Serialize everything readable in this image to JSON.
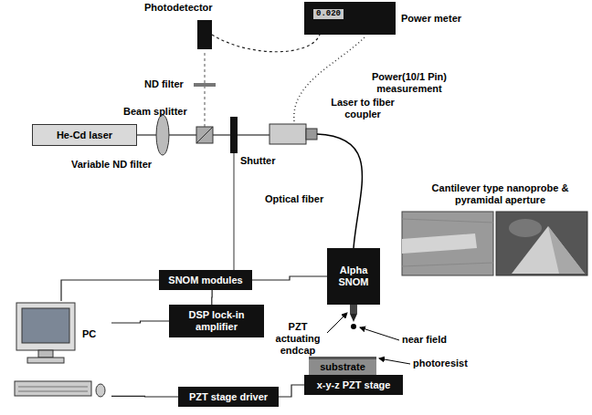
{
  "diagram": {
    "nodes": [
      {
        "text": [
          "Power meter"
        ]
      },
      {
        "text": [
          "Photodetector"
        ]
      },
      {
        "text": [
          "He-Cd laser"
        ]
      },
      {
        "text": [
          "Alpha SNOM"
        ]
      },
      {
        "text": [
          "SNOM modules"
        ]
      },
      {
        "text": [
          "DSP lock-in amplifier"
        ]
      },
      {
        "text": [
          "substrate"
        ]
      },
      {
        "text": [
          "x-y-z PZT stage"
        ]
      },
      {
        "text": [
          "PZT stage driver"
        ]
      },
      {
        "text": [
          "PC"
        ]
      }
    ],
    "edges": [
      {
        "from": 1,
        "to": 0,
        "arrow": "none"
      },
      {
        "from": 4,
        "to": 3,
        "arrow": "none"
      },
      {
        "from": 5,
        "to": 4,
        "arrow": "none"
      },
      {
        "from": 9,
        "to": 4,
        "arrow": "none"
      },
      {
        "from": 9,
        "to": 5,
        "arrow": "none"
      },
      {
        "from": 9,
        "to": 8,
        "arrow": "none"
      },
      {
        "from": 8,
        "to": 7,
        "arrow": "none"
      }
    ],
    "labels": [
      "0.020",
      "ND filter",
      "Beam splitter",
      "Power(10/1 Pin) measurement",
      "Laser to fiber coupler",
      "Variable ND filter",
      "Shutter",
      "Optical fiber",
      "Cantilever type nanoprobe & pyramidal aperture",
      "PZT actuating endcap",
      "near field",
      "photoresist"
    ]
  }
}
